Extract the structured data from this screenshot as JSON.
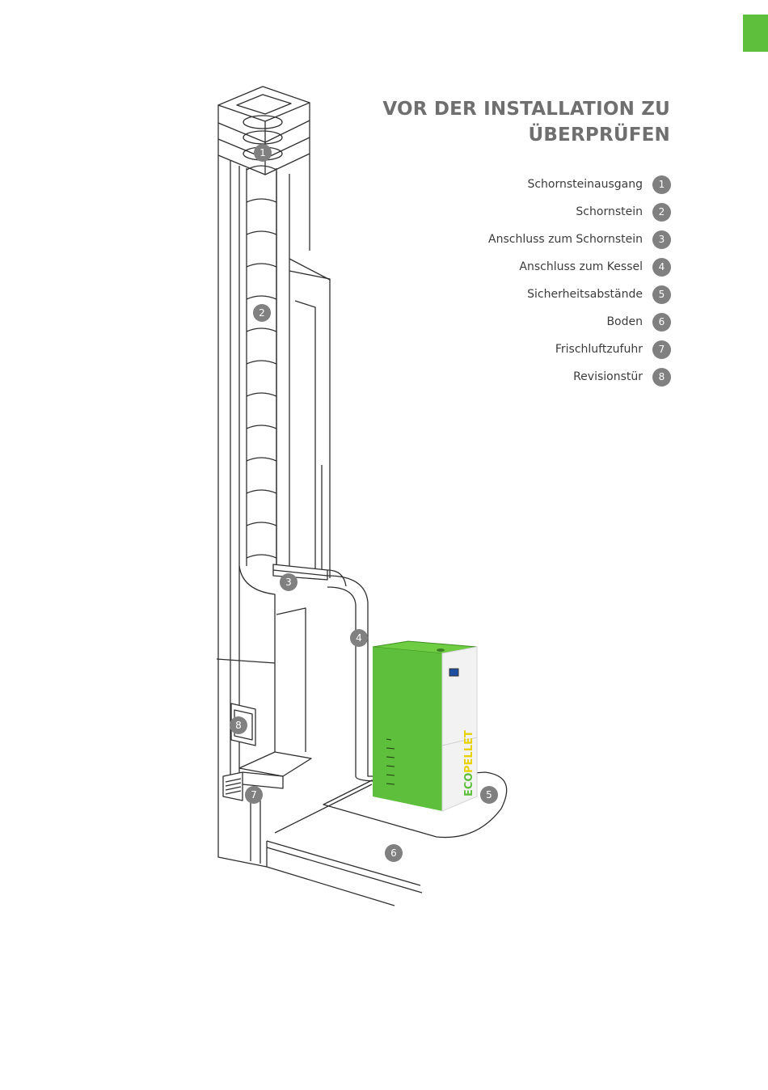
{
  "page": {
    "accent_color": "#5dbf3b",
    "title_lines": [
      "VOR DER INSTALLATION ZU",
      "ÜBERPRÜFEN"
    ]
  },
  "legend": [
    {
      "number": "1",
      "label": "Schornsteinausgang"
    },
    {
      "number": "2",
      "label": "Schornstein"
    },
    {
      "number": "3",
      "label": "Anschluss zum Schornstein"
    },
    {
      "number": "4",
      "label": "Anschluss zum Kessel"
    },
    {
      "number": "5",
      "label": "Sicherheitsabstände"
    },
    {
      "number": "6",
      "label": "Boden"
    },
    {
      "number": "7",
      "label": "Frischluftzufuhr"
    },
    {
      "number": "8",
      "label": "Revisionstür"
    }
  ],
  "boiler": {
    "brand_part1": "ECO",
    "brand_part2": "PELLET",
    "color": "#5dbf3b",
    "brand_accent": "#e8d200"
  }
}
